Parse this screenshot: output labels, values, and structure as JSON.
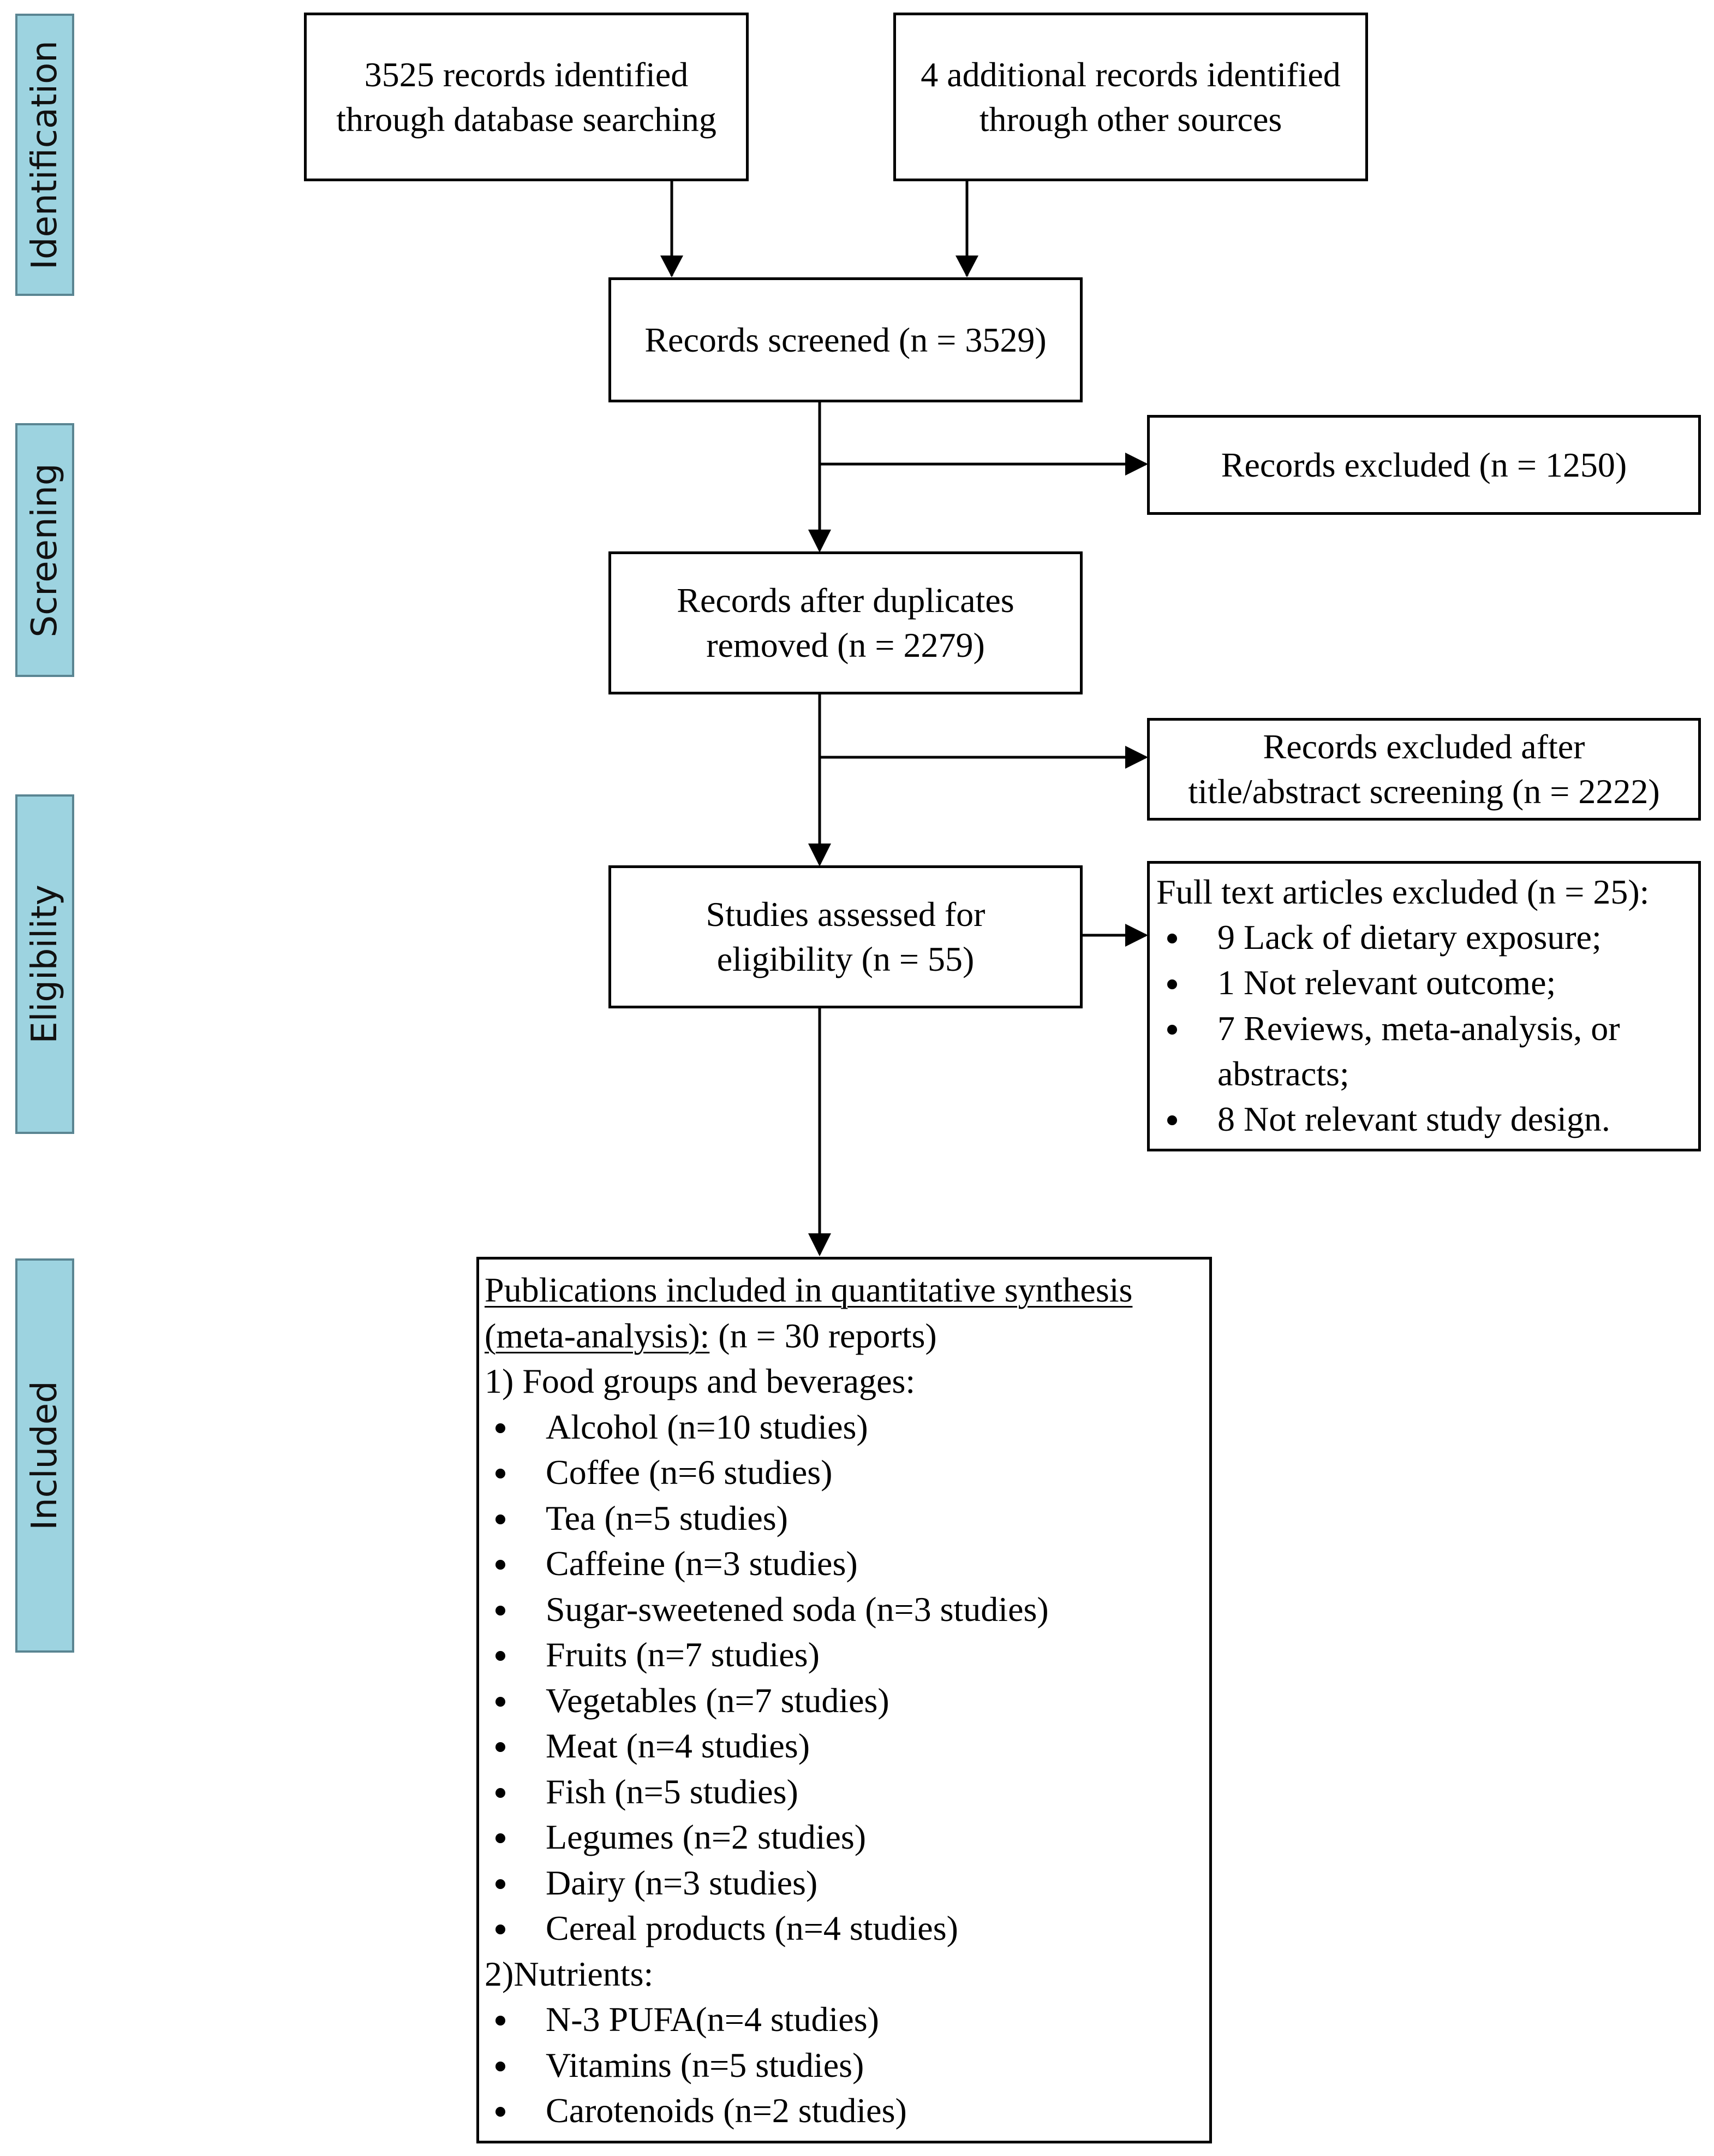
{
  "stages": [
    {
      "id": "identification",
      "label": "Identification"
    },
    {
      "id": "screening",
      "label": "Screening"
    },
    {
      "id": "eligibility",
      "label": "Eligibility"
    },
    {
      "id": "included",
      "label": "Included"
    }
  ],
  "boxes": {
    "database": {
      "line1": "3525 records identified",
      "line2": "through database searching"
    },
    "other_sources": {
      "line1": "4 additional records identified",
      "line2": "through other sources"
    },
    "screened": {
      "text": "Records screened (n = 3529)"
    },
    "excluded": {
      "text": "Records excluded (n = 1250)"
    },
    "after_duplicates": {
      "line1": "Records after duplicates",
      "line2": "removed (n = 2279)"
    },
    "excluded_title_abstract": {
      "line1": "Records excluded after",
      "line2": "title/abstract screening (n = 2222)"
    },
    "assessed": {
      "line1": "Studies assessed for",
      "line2": "eligibility (n = 55)"
    },
    "fulltext_excluded": {
      "title": "Full text articles excluded (n = 25):",
      "items": [
        "9 Lack of dietary exposure;",
        "1 Not relevant outcome;",
        "7 Reviews, meta-analysis, or abstracts;",
        "8 Not relevant study design."
      ]
    },
    "included": {
      "title_line1": "Publications included in quantitative  synthesis",
      "title_line2": "(meta-analysis):",
      "title_suffix": " (n = 30 reports)",
      "section1": "1) Food groups and beverages:",
      "food_items": [
        "Alcohol (n=10 studies)",
        "Coffee (n=6 studies)",
        "Tea (n=5 studies)",
        "Caffeine (n=3 studies)",
        "Sugar-sweetened soda (n=3 studies)",
        "Fruits (n=7 studies)",
        "Vegetables (n=7 studies)",
        "Meat (n=4 studies)",
        "Fish (n=5 studies)",
        "Legumes (n=2 studies)",
        "Dairy (n=3 studies)",
        "Cereal products (n=4 studies)"
      ],
      "section2": "2)Nutrients:",
      "nutrient_items": [
        "N-3 PUFA(n=4 studies)",
        "Vitamins (n=5 studies)",
        "Carotenoids (n=2 studies)"
      ]
    }
  }
}
